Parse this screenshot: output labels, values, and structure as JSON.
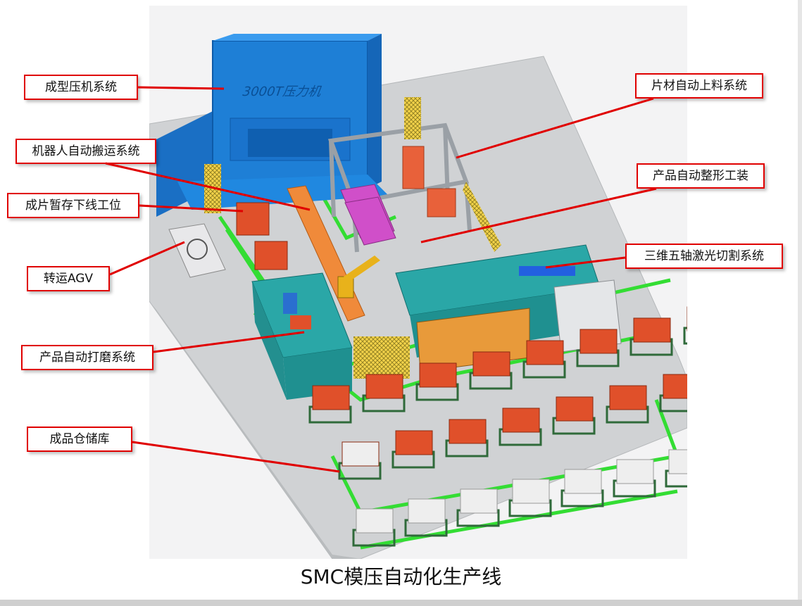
{
  "caption": "SMC模压自动化生产线",
  "press_lettering": "3000T压力机",
  "labels": {
    "press_system": "成型压机系统",
    "robot_handling": "机器人自动搬运系统",
    "sheet_buffer": "成片暂存下线工位",
    "agv": "转运AGV",
    "grinding": "产品自动打磨系统",
    "warehouse": "成品仓储库",
    "sheet_loading": "片材自动上料系统",
    "shaping_fixture": "产品自动整形工装",
    "laser_cutting": "三维五轴激光切割系统"
  },
  "colors": {
    "press_blue": "#1e7fd6",
    "leader_red": "#e00000",
    "cell_teal": "#2aa7a7",
    "floor_green": "#33dd33",
    "product_red": "#e0502a"
  }
}
